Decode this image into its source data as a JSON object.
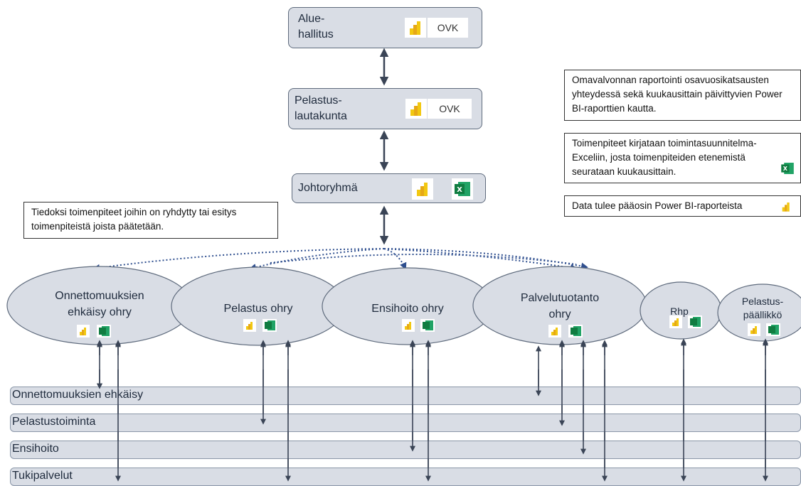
{
  "top_boxes": {
    "aluehallitus": {
      "label_line1": "Alue-",
      "label_line2": "hallitus",
      "tag": "OVK"
    },
    "pelastuslautakunta": {
      "label_line1": "Pelastus-",
      "label_line2": "lautakunta",
      "tag": "OVK"
    },
    "johtoryhma": {
      "label": "Johtoryhmä"
    }
  },
  "notes": {
    "info_note": "Tiedoksi toimenpiteet joihin on ryhdytty tai esitys toimenpiteistä joista päätetään.",
    "legend_reporting": "Omavalvonnan raportointi osavuosikatsausten yhteydessä sekä kuukausittain päivittyvien Power BI-raporttien kautta.",
    "legend_actions": "Toimenpiteet kirjataan toimintasuunnitelma-Exceliin, josta toimenpiteiden etenemistä seurataan kuukausittain.",
    "legend_data": "Data tulee pääosin Power BI-raporteista"
  },
  "groups": [
    {
      "line1": "Onnettomuuksien",
      "line2": "ehkäisy ohry"
    },
    {
      "line1": "Pelastus ohry",
      "line2": ""
    },
    {
      "line1": "Ensihoito ohry",
      "line2": ""
    },
    {
      "line1": "Palvelutuotanto",
      "line2": "ohry"
    },
    {
      "line1": "Rhp",
      "line2": ""
    },
    {
      "line1": "Pelastus-",
      "line2": "päällikkö"
    }
  ],
  "bands": [
    "Onnettomuuksien ehkäisy",
    "Pelastustoiminta",
    "Ensihoito",
    "Tukipalvelut"
  ],
  "icons": {
    "powerbi": "power-bi-icon",
    "excel": "excel-icon"
  },
  "colors": {
    "box_fill": "#d9dde5",
    "box_border": "#5f6b7d",
    "arrow": "#3a4456",
    "dotted": "#2f4f8f",
    "excel_green": "#1d7a45",
    "powerbi_yellow": "#f2c811"
  }
}
